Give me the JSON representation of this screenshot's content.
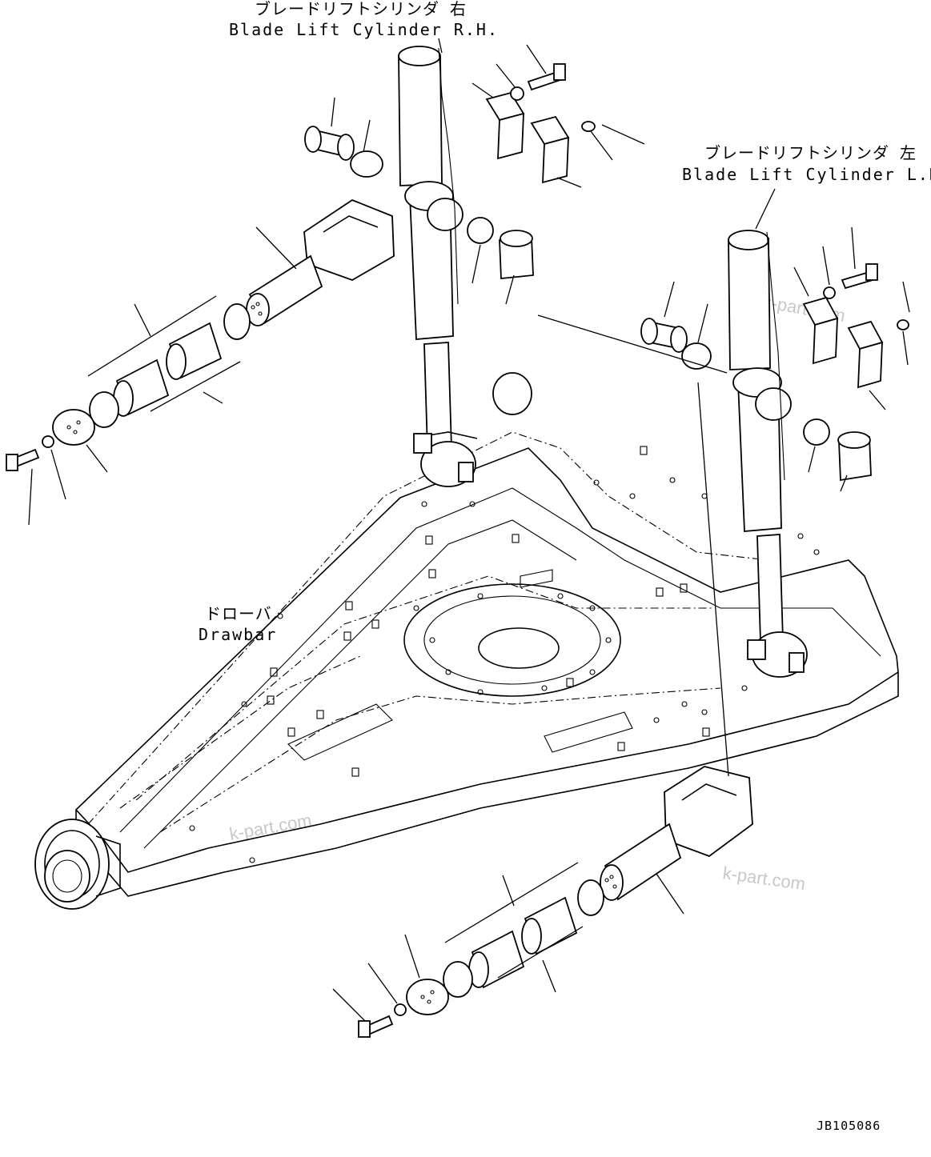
{
  "labels": {
    "rh_cylinder_jp": "ブレードリフトシリンダ 右",
    "rh_cylinder_en": "Blade Lift Cylinder R.H.",
    "lh_cylinder_jp": "ブレードリフトシリンダ 左",
    "lh_cylinder_en": "Blade Lift Cylinder L.H.",
    "drawbar_jp": "ドローバ",
    "drawbar_en": "Drawbar"
  },
  "drawing_code": "JB105086",
  "watermarks": [
    "k-part.com",
    "k-part.com",
    "k-part.com"
  ]
}
